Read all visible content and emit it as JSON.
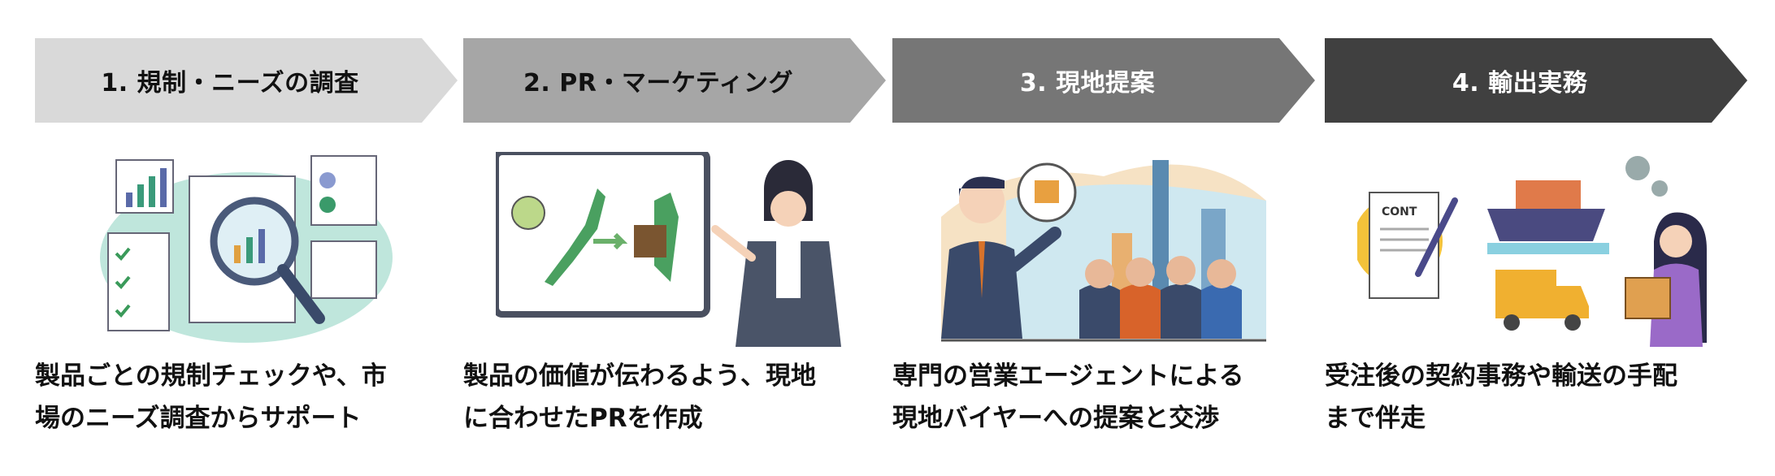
{
  "steps": [
    {
      "title": "1. 規制・ニーズの調査",
      "desc_line1": "製品ごとの規制チェックや、市",
      "desc_line2": "場のニーズ調査からサポート",
      "color": "#d9d9d9",
      "text_color": "#111111",
      "illustration": "magnifier-research-icon"
    },
    {
      "title": "2. PR・マーケティング",
      "desc_line1": "製品の価値が伝わるよう、現地",
      "desc_line2": "に合わせたPRを作成",
      "color": "#a6a6a6",
      "text_color": "#111111",
      "illustration": "presentation-board-icon"
    },
    {
      "title": "3. 現地提案",
      "desc_line1": "専門の営業エージェントによる",
      "desc_line2": "現地バイヤーへの提案と交渉",
      "color": "#767676",
      "text_color": "#ffffff",
      "illustration": "sales-agent-buyers-icon"
    },
    {
      "title": "4. 輸出実務",
      "desc_line1": "受注後の契約事務や輸送の手配",
      "desc_line2": "まで伴走",
      "color": "#404040",
      "text_color": "#ffffff",
      "illustration": "logistics-icon"
    }
  ],
  "contract_label": "CONT"
}
